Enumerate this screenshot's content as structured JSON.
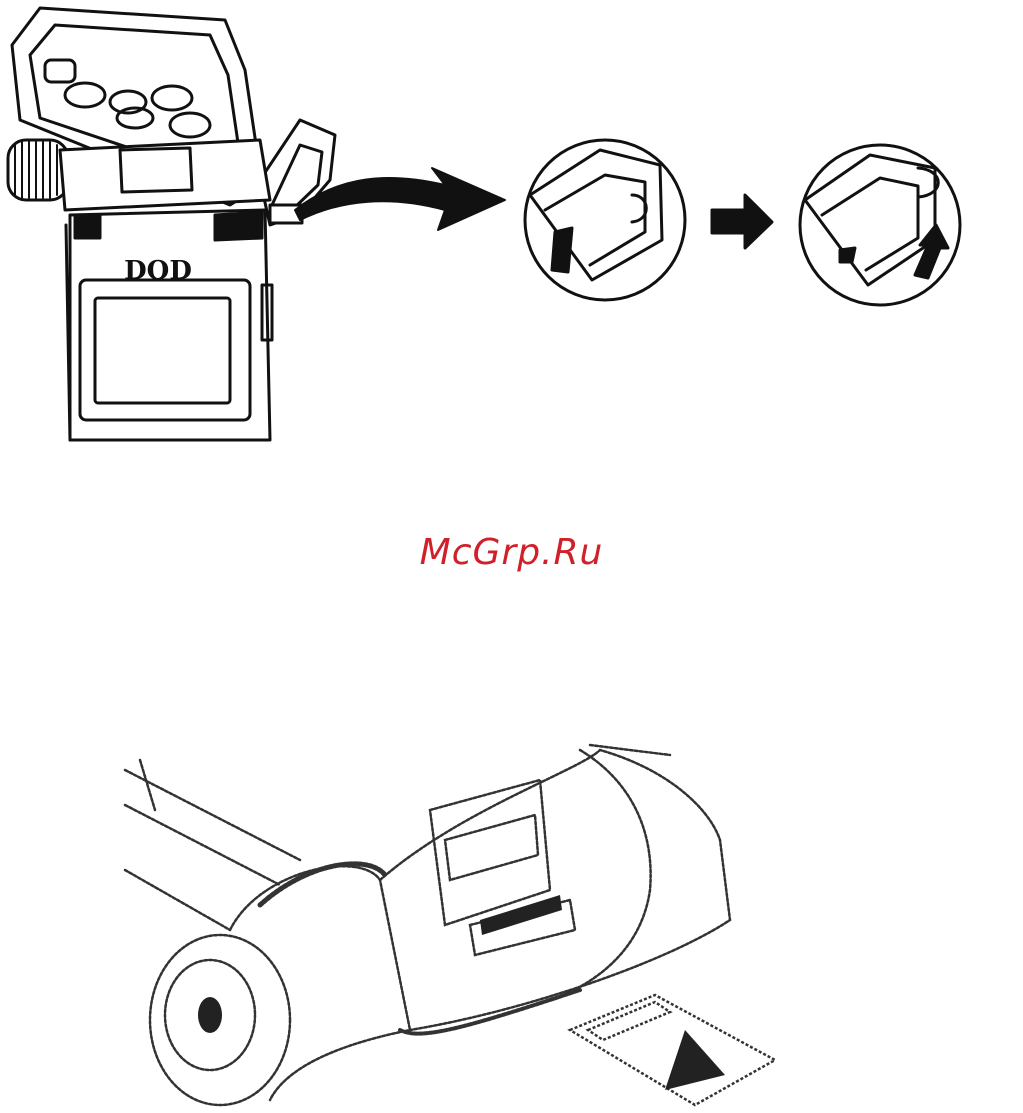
{
  "figure_top": {
    "device_brand": "DOD",
    "steps": [
      "detail-circle-1",
      "step-arrow",
      "detail-circle-2"
    ]
  },
  "watermark": {
    "text": "McGrp.Ru",
    "color": "#d0202a"
  },
  "figure_bottom": {
    "subject": "memory-card-insertion"
  },
  "colors": {
    "line": "#111111",
    "background": "#ffffff"
  }
}
